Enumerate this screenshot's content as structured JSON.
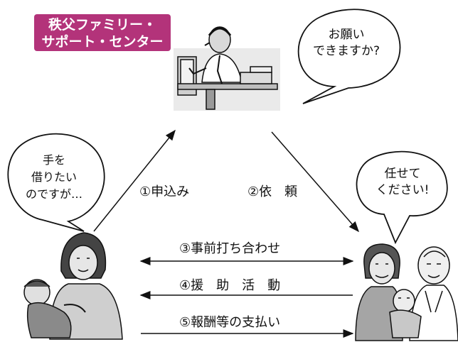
{
  "title": {
    "line1": "秩父ファミリー・",
    "line2": "サポート・センター",
    "color": "#b3337a"
  },
  "bubbles": {
    "center": {
      "line1": "お願い",
      "line2": "できますか?"
    },
    "client": {
      "line1": "手を",
      "line2": "借りたい",
      "line3": "のですが…"
    },
    "supporter": {
      "line1": "任せて",
      "line2": "ください!"
    }
  },
  "steps": {
    "apply": "①申込み",
    "request": "②依　頼",
    "meeting": "③事前打ち合わせ",
    "activity": "④援　助　活　動",
    "payment": "⑤報酬等の支払い"
  },
  "figures": {
    "center": "operator-at-desk",
    "client": "mother-with-baby",
    "supporter": "family-group"
  }
}
